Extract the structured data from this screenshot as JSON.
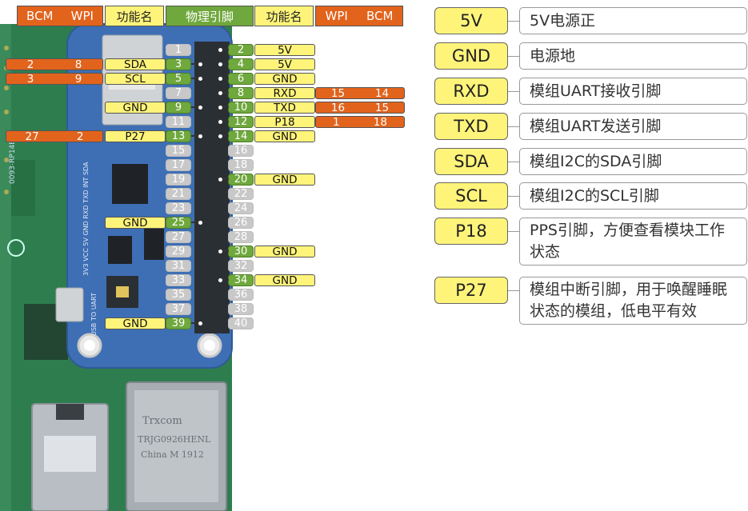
{
  "headers": {
    "left_bcm": "BCM",
    "left_wpi": "WPI",
    "left_func": "功能名",
    "physical": "物理引脚",
    "right_func": "功能名",
    "right_wpi": "WPI",
    "right_bcm": "BCM"
  },
  "pins_left": [
    "1",
    "3",
    "5",
    "7",
    "9",
    "11",
    "13",
    "15",
    "17",
    "19",
    "21",
    "23",
    "25",
    "27",
    "29",
    "31",
    "33",
    "35",
    "37",
    "39"
  ],
  "pins_right": [
    "2",
    "4",
    "6",
    "8",
    "10",
    "12",
    "14",
    "16",
    "18",
    "20",
    "22",
    "24",
    "26",
    "28",
    "30",
    "32",
    "34",
    "36",
    "38",
    "40"
  ],
  "labels": {
    "p2": "5V",
    "p4": "5V",
    "p6": "GND",
    "p8": "RXD",
    "p10": "TXD",
    "p12": "P18",
    "p14": "GND",
    "p20": "GND",
    "p30": "GND",
    "p34": "GND",
    "p3": "SDA",
    "p5": "SCL",
    "p9": "GND",
    "p13": "P27",
    "p25": "GND",
    "p39": "GND"
  },
  "gpio": {
    "p3": {
      "bcm": "2",
      "wpi": "8"
    },
    "p5": {
      "bcm": "3",
      "wpi": "9"
    },
    "p13": {
      "bcm": "27",
      "wpi": "2"
    },
    "p8": {
      "wpi": "15",
      "bcm": "14"
    },
    "p10": {
      "wpi": "16",
      "bcm": "15"
    },
    "p12": {
      "wpi": "1",
      "bcm": "18"
    }
  },
  "legend": [
    {
      "key": "5V",
      "desc": "5V电源正"
    },
    {
      "key": "GND",
      "desc": "电源地"
    },
    {
      "key": "RXD",
      "desc": "模组UART接收引脚"
    },
    {
      "key": "TXD",
      "desc": "模组UART发送引脚"
    },
    {
      "key": "SDA",
      "desc": "模组I2C的SDA引脚"
    },
    {
      "key": "SCL",
      "desc": "模组I2C的SCL引脚"
    },
    {
      "key": "P18",
      "desc": "PPS引脚，方便查看模块工作状态"
    },
    {
      "key": "P27",
      "desc": "模组中断引脚，用于唤醒睡眠状态的模组，低电平有效"
    }
  ],
  "board_text": {
    "ethernet_brand": "Trxcom",
    "ethernet_model": "TRJG0926HENL",
    "ethernet_origin": "China M 1912",
    "usb_label": "USB TO UART",
    "silk_pins": "3V3 VCC 5V GND RXD TXD INT SDA"
  },
  "colors": {
    "orange": "#E2631C",
    "yellow": "#FFF47A",
    "green": "#6FA83C",
    "grey_pin": "#C8C8C8",
    "pcb_blue": "#3E6FB5",
    "pcb_green": "#2E7D4F"
  }
}
